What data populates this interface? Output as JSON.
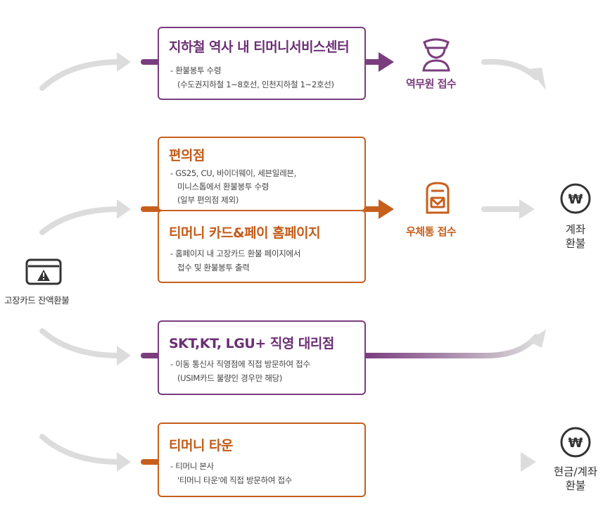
{
  "colors": {
    "purple": "#7a3d7e",
    "orange": "#c75f1c",
    "gray_arrow": "#dcdcdc",
    "text_dark": "#333333"
  },
  "source": {
    "icon": "broken-card-warning-icon",
    "label": "고장카드 잔액환불"
  },
  "boxes": {
    "subway": {
      "title": "지하철 역사 내 티머니서비스센터",
      "lines": [
        "- 환불봉투 수령",
        "(수도권지하철 1~8호선, 인천지하철 1~2호선)"
      ]
    },
    "convenience": {
      "title": "편의점",
      "lines": [
        "- GS25, CU, 바이더웨이, 세븐일레븐,",
        "미니스톱에서 환불봉투 수령",
        "(일부 편의점 제외)"
      ]
    },
    "homepage": {
      "title": "티머니 카드&페이 홈페이지",
      "lines": [
        "- 홈페이지 내 고장카드 환불 페이지에서",
        "접수 및 환불봉투 출력"
      ]
    },
    "telecom": {
      "title": "SKT,KT, LGU+ 직영 대리점",
      "lines": [
        "- 이동 통신사 직영점에 직접 방문하여 접수",
        "(USIM카드 불량인 경우만 해당)"
      ]
    },
    "tmoney_town": {
      "title": "티머니 타운",
      "lines": [
        "- 티머니 본사",
        "'티머니 타운'에 직접 방문하여 접수"
      ]
    }
  },
  "steps": {
    "station_staff": {
      "icon": "station-staff-icon",
      "label": "역무원 접수"
    },
    "mailbox": {
      "icon": "mailbox-icon",
      "label": "우체통 접수"
    }
  },
  "results": {
    "account_refund": {
      "icon": "won-coin-icon",
      "lines": [
        "계좌",
        "환불"
      ]
    },
    "cash_account_refund": {
      "icon": "won-coin-icon",
      "lines": [
        "현금/계좌",
        "환불"
      ]
    }
  }
}
